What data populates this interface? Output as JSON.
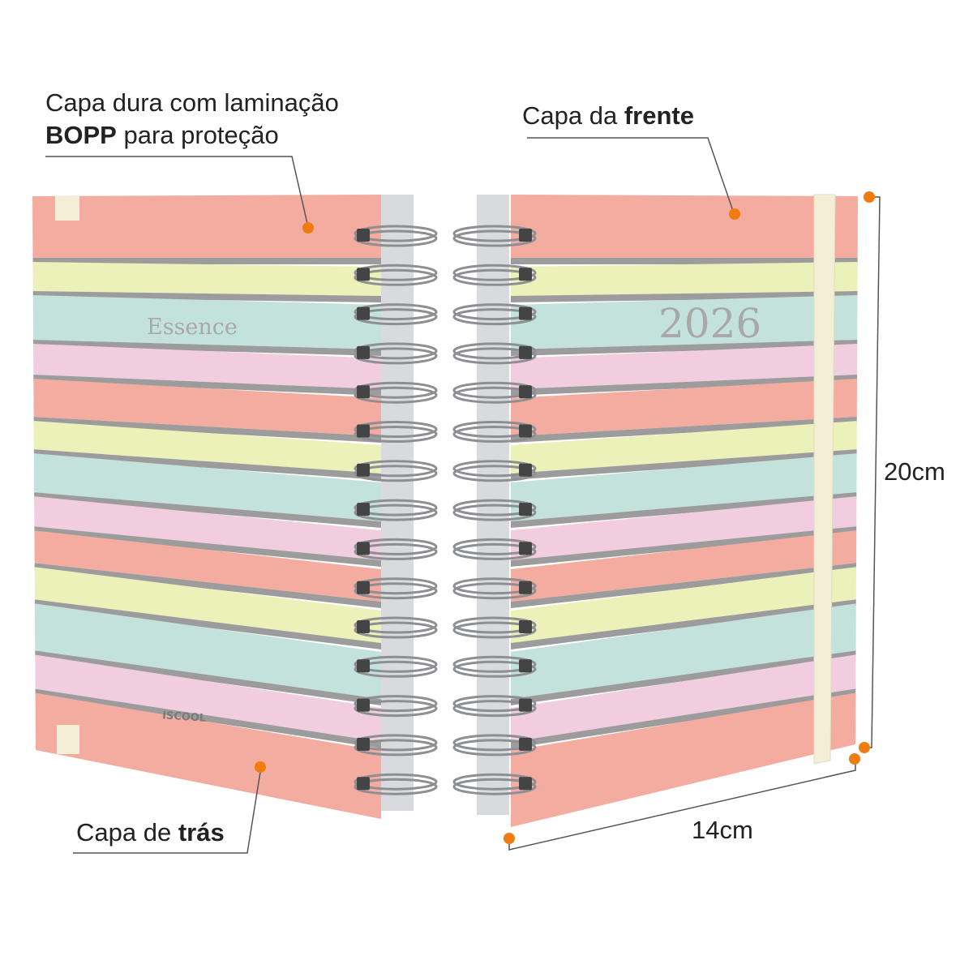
{
  "annotations": {
    "back_material_line1": "Capa dura com laminação",
    "back_material_bold": "BOPP",
    "back_material_rest": " para proteção",
    "front_prefix": "Capa da ",
    "front_bold": "frente",
    "back_prefix": "Capa de ",
    "back_bold": "trás",
    "height": "20cm",
    "width": "14cm"
  },
  "product": {
    "back_title": "Essence",
    "front_year": "2026",
    "brand_logo": "ISCOOL"
  },
  "colors": {
    "salmon": "#f4aca0",
    "yellow": "#ecf0b9",
    "mint": "#c4e2dc",
    "pink": "#f2cde0",
    "gray": "#9c9c9c",
    "elastic": "#f3efd6",
    "accent": "#f07c10"
  }
}
